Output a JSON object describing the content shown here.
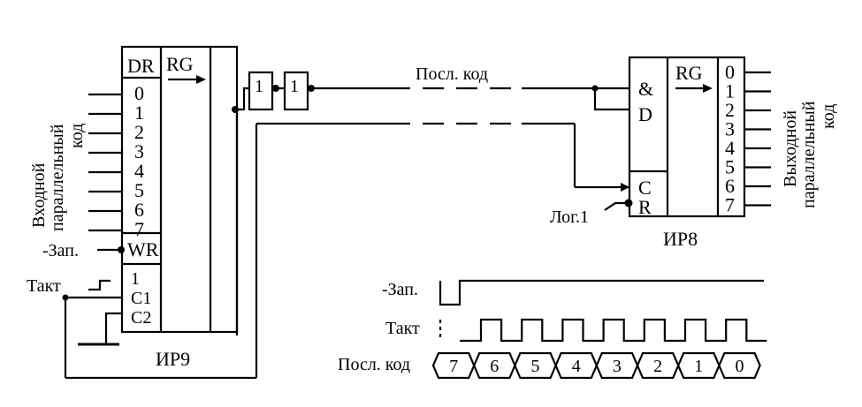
{
  "left_register": {
    "chip_name": "ИР9",
    "dr_label": "DR",
    "rg_label": "RG",
    "inputs": [
      "0",
      "1",
      "2",
      "3",
      "4",
      "5",
      "6",
      "7"
    ],
    "wr_label": "WR",
    "c1_label": "C1",
    "c2_label": "C2",
    "one_label": "1",
    "input_caption_line1": "Входной",
    "input_caption_line2": "параллельный",
    "input_caption_line3": "код",
    "zap_label": "-Зап.",
    "takt_label": "Такт"
  },
  "buffers": [
    "1",
    "1"
  ],
  "serial_label": "Посл. код",
  "right_register": {
    "chip_name": "ИР8",
    "and_label": "&",
    "d_label": "D",
    "rg_label": "RG",
    "c_label": "C",
    "r_label": "R",
    "log1_label": "Лог.1",
    "outputs": [
      "0",
      "1",
      "2",
      "3",
      "4",
      "5",
      "6",
      "7"
    ],
    "output_caption_line1": "Выходной",
    "output_caption_line2": "параллельный",
    "output_caption_line3": "код"
  },
  "timing": {
    "zap_label": "-Зап.",
    "takt_label": "Такт",
    "serial_label": "Посл. код",
    "bits": [
      "7",
      "6",
      "5",
      "4",
      "3",
      "2",
      "1",
      "0"
    ]
  }
}
